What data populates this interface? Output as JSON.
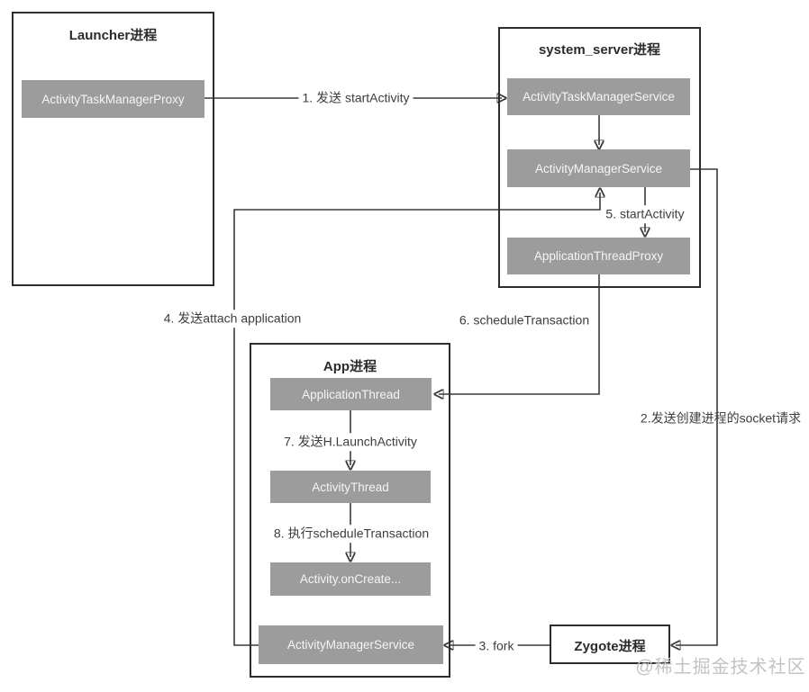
{
  "diagram": {
    "processes": {
      "launcher": {
        "title": "Launcher进程",
        "nodes": {
          "activity_task_manager_proxy": "ActivityTaskManagerProxy"
        }
      },
      "system_server": {
        "title": "system_server进程",
        "nodes": {
          "activity_task_manager_service": "ActivityTaskManagerService",
          "activity_manager_service": "ActivityManagerService",
          "application_thread_proxy": "ApplicationThreadProxy"
        }
      },
      "app": {
        "title": "App进程",
        "nodes": {
          "application_thread": "ApplicationThread",
          "activity_thread": "ActivityThread",
          "activity_oncreate": "Activity.onCreate...",
          "activity_manager_service": "ActivityManagerService"
        }
      },
      "zygote": {
        "title": "Zygote进程"
      }
    },
    "edges": {
      "e1": "1. 发送 startActivity",
      "e2": "2.发送创建进程的socket请求",
      "e3": "3. fork",
      "e4": "4. 发送attach application",
      "e5": "5. startActivity",
      "e6": "6. scheduleTransaction",
      "e7": "7. 发送H.LaunchActivity",
      "e8": "8. 执行scheduleTransaction"
    },
    "watermark": "@稀土掘金技术社区",
    "colors": {
      "node_fill": "#9c9c9c",
      "node_text": "#f5f5f5",
      "line": "#3a3a3a",
      "process_border": "#2d2d2d",
      "label_text": "#3d3d3d",
      "watermark": "#c3c3c3"
    }
  }
}
